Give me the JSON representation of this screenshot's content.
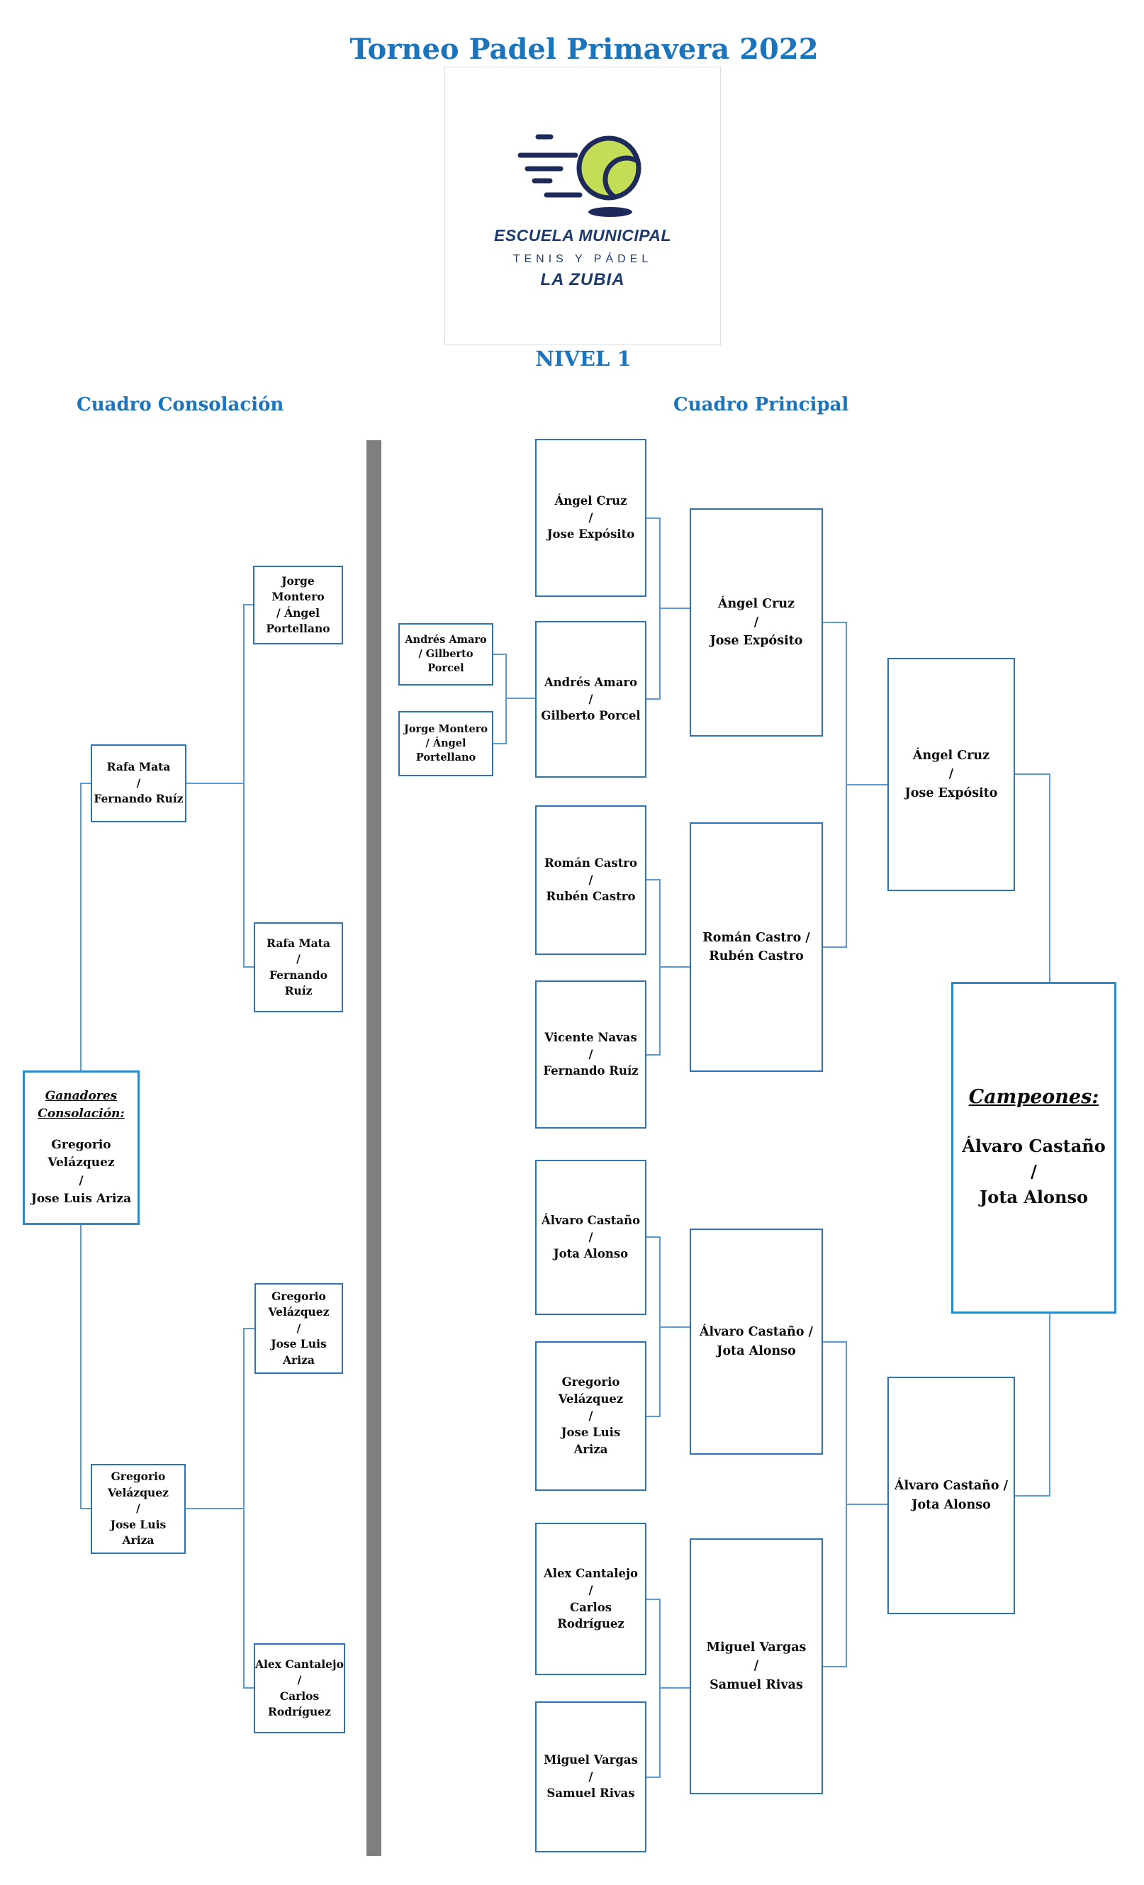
{
  "title": "Torneo Padel Primavera 2022",
  "level_label": "NIVEL 1",
  "logo": {
    "line1": "ESCUELA MUNICIPAL",
    "line2": "TENIS Y PÁDEL",
    "line3": "LA ZUBIA"
  },
  "consolation": {
    "header": "Cuadro Consolación",
    "boxes": [
      {
        "text": "Jorge Montero\n/ Ángel\nPortellano"
      },
      {
        "text": "Rafa Mata\n/\nFernando Ruíz"
      },
      {
        "text": "Rafa Mata\n/\nFernando Ruíz"
      },
      {
        "text": "Gregorio\nVelázquez\n/\nJose Luis\nAriza"
      },
      {
        "text": "Gregorio\nVelázquez\n/\nJose Luis\nAriza"
      },
      {
        "text": "Alex Cantalejo\n/\nCarlos\nRodríguez"
      }
    ],
    "final": {
      "heading": "Ganadores\nConsolación:",
      "team": "Gregorio\nVelázquez\n/\nJose Luis Ariza"
    }
  },
  "main": {
    "header": "Cuadro Principal",
    "round1": [
      {
        "text": "Andrés Amaro\n/ Gilberto\nPorcel"
      },
      {
        "text": "Jorge Montero\n/ Ángel\nPortellano"
      }
    ],
    "round2": [
      {
        "text": "Ángel Cruz\n/\nJose Expósito"
      },
      {
        "text": "Andrés Amaro\n/\nGilberto Porcel"
      },
      {
        "text": "Román Castro\n/\nRubén Castro"
      },
      {
        "text": "Vicente Navas\n/\nFernando Ruíz"
      },
      {
        "text": "Álvaro Castaño\n/\nJota Alonso"
      },
      {
        "text": "Gregorio\nVelázquez\n/\nJose Luis\nAriza"
      },
      {
        "text": "Alex Cantalejo\n/\nCarlos\nRodríguez"
      },
      {
        "text": "Miguel Vargas\n/\nSamuel Rivas"
      }
    ],
    "round3": [
      {
        "text": "Ángel Cruz\n/\nJose Expósito"
      },
      {
        "text": "Román Castro /\nRubén Castro"
      },
      {
        "text": "Álvaro Castaño /\nJota Alonso"
      },
      {
        "text": "Miguel Vargas\n/\nSamuel Rivas"
      }
    ],
    "round4": [
      {
        "text": "Ángel Cruz\n/\nJose Expósito"
      },
      {
        "text": "Álvaro Castaño /\nJota Alonso"
      }
    ],
    "champions": {
      "heading": "Campeones:",
      "team": "Álvaro Castaño\n/\nJota Alonso"
    }
  },
  "colors": {
    "accent_blue": "#1B74BC",
    "box_border": "#2E74B5",
    "final_border": "#2E8AC6",
    "connector": "#5B9BD5",
    "divider_gray": "#7F7F7F",
    "logo_navy": "#1E2A5A",
    "ball_green": "#C3DD56"
  }
}
